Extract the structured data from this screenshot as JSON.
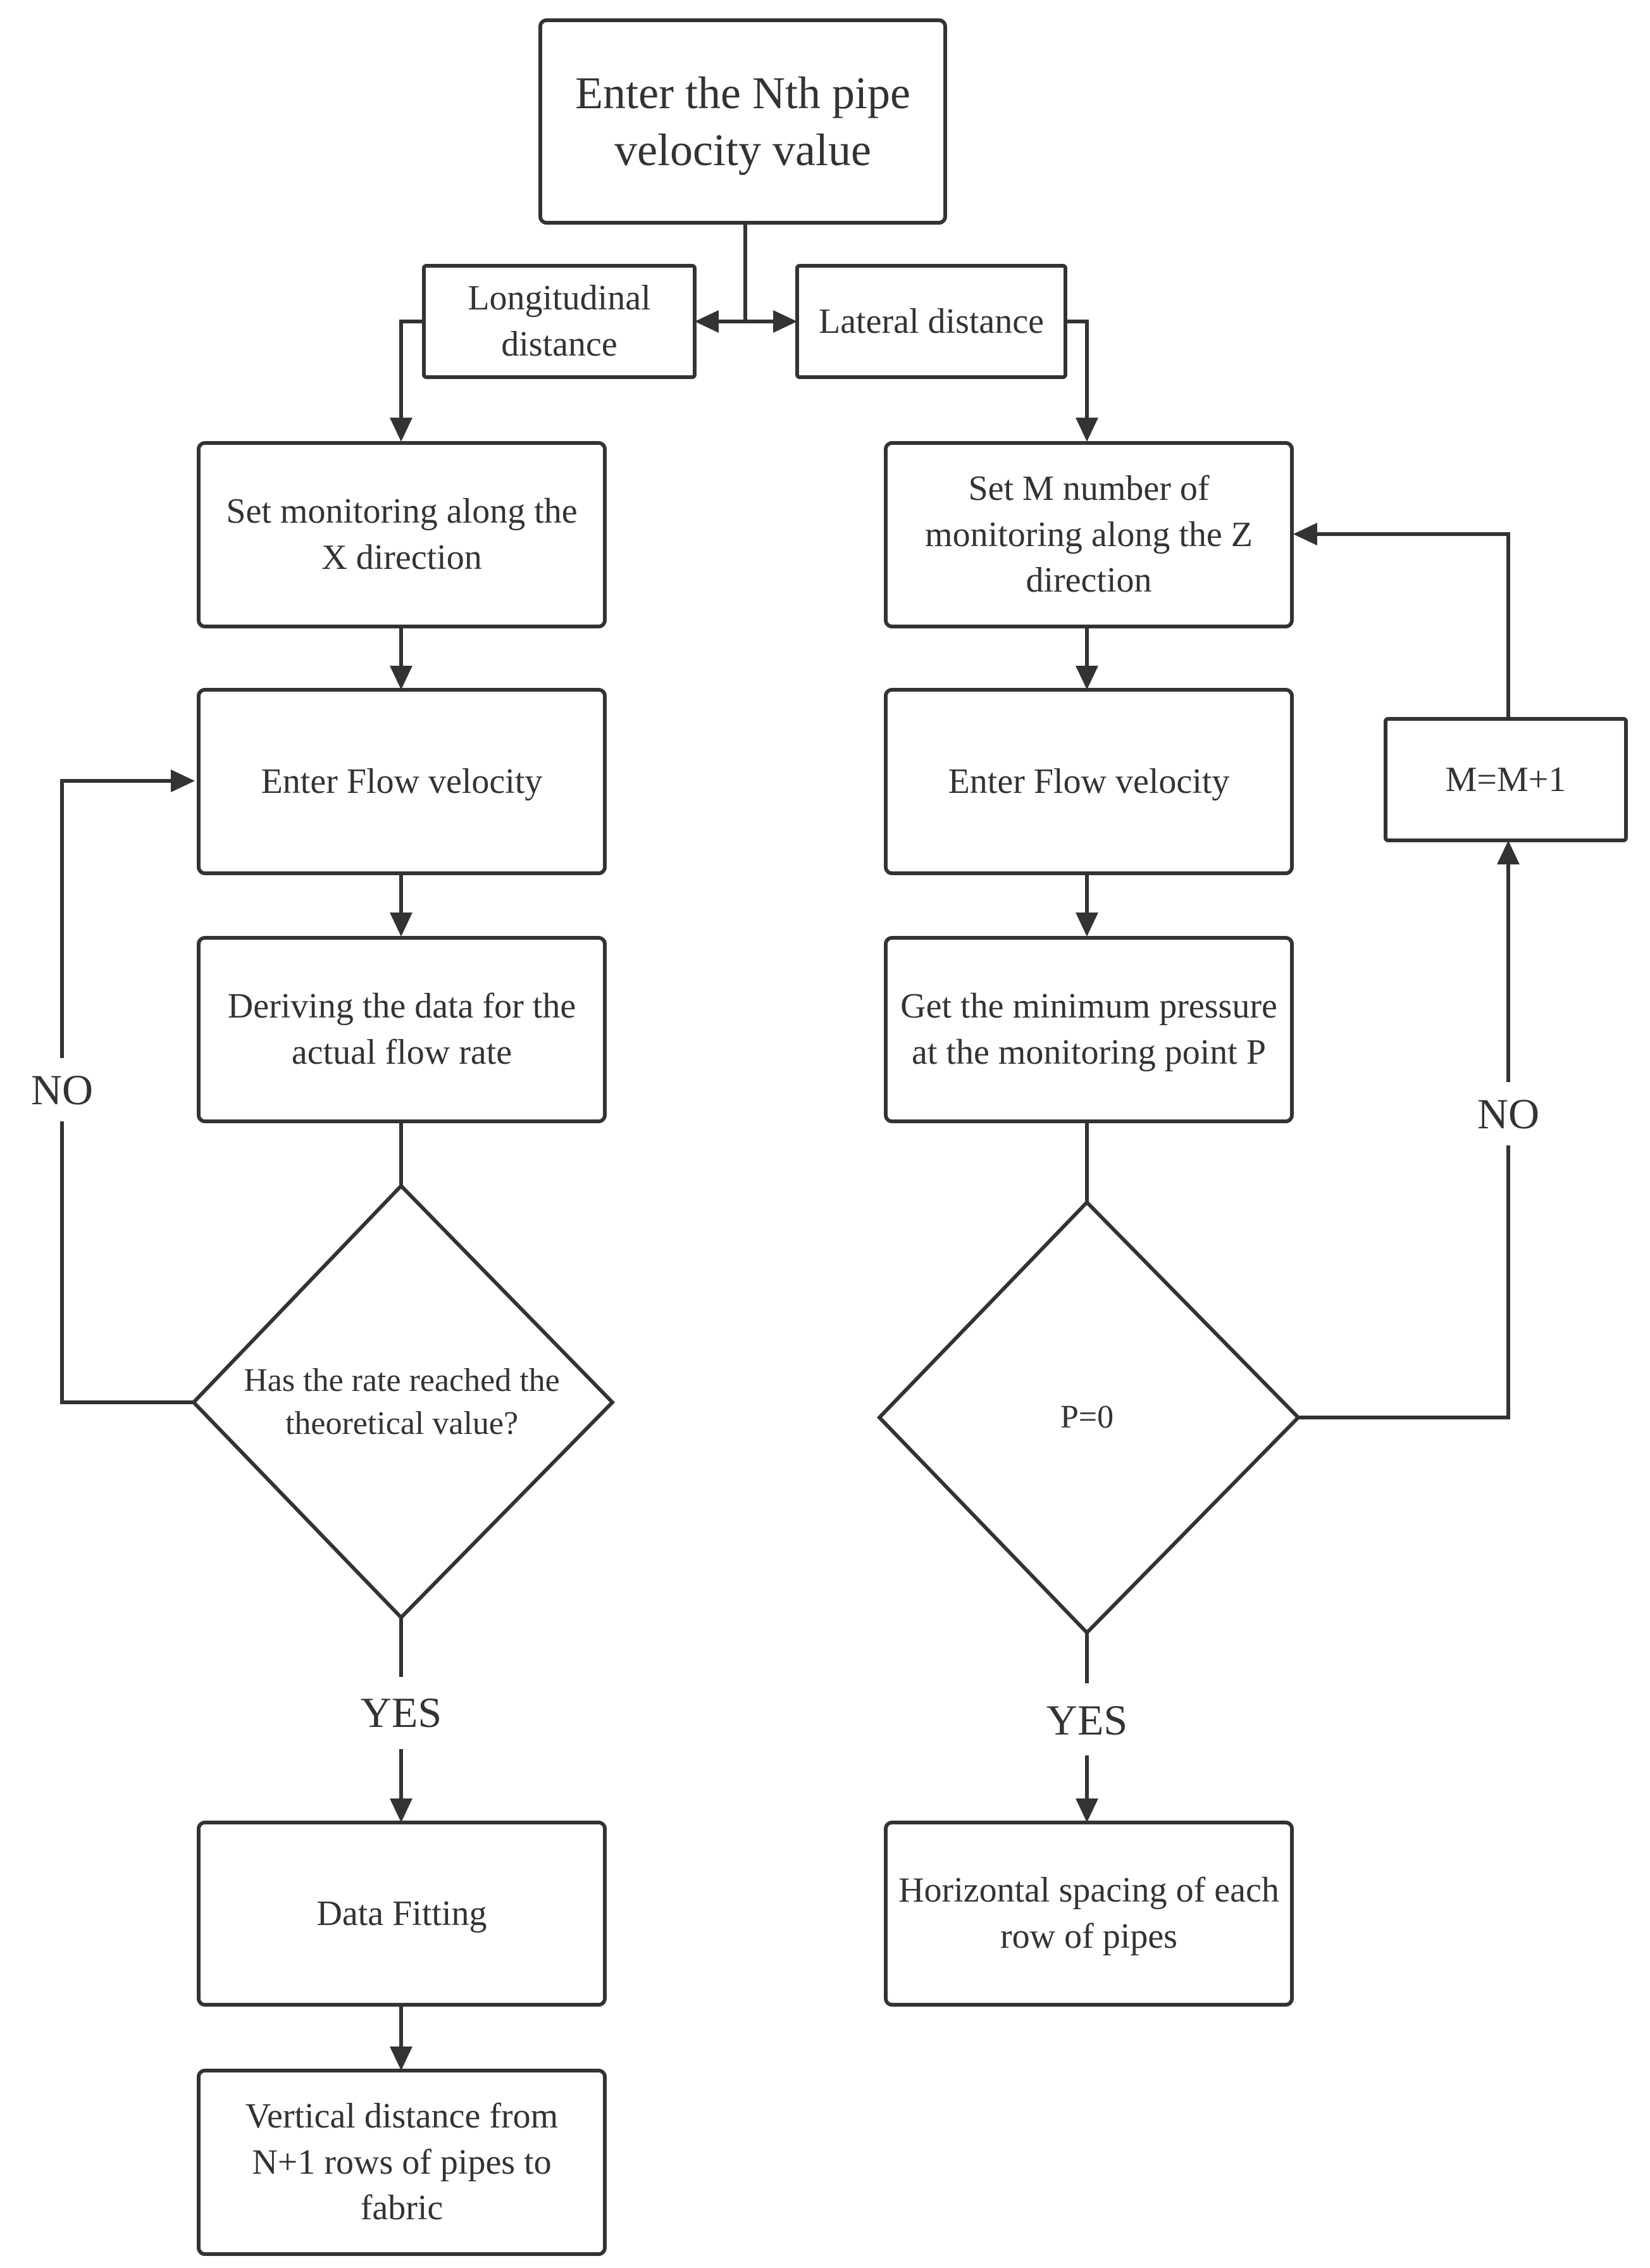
{
  "nodes": {
    "start": "Enter the Nth pipe velocity value",
    "longitudinal": "Longitudinal distance",
    "lateral": "Lateral distance",
    "set_x": "Set monitoring along the X direction",
    "enter_flow_left": "Enter Flow velocity",
    "deriving": "Deriving the data for the actual flow rate",
    "decision_left": "Has the rate reached the theoretical value?",
    "data_fitting": "Data Fitting",
    "vertical_distance": "Vertical distance from N+1 rows of pipes to fabric",
    "set_z": "Set M number of monitoring along the Z direction",
    "enter_flow_right": "Enter Flow velocity",
    "get_min_pressure": "Get the minimum pressure at the monitoring point P",
    "decision_right": "P=0",
    "horizontal_spacing": "Horizontal spacing of each row of pipes",
    "increment": "M=M+1"
  },
  "edge_labels": {
    "no_left": "NO",
    "yes_left": "YES",
    "no_right": "NO",
    "yes_right": "YES"
  }
}
